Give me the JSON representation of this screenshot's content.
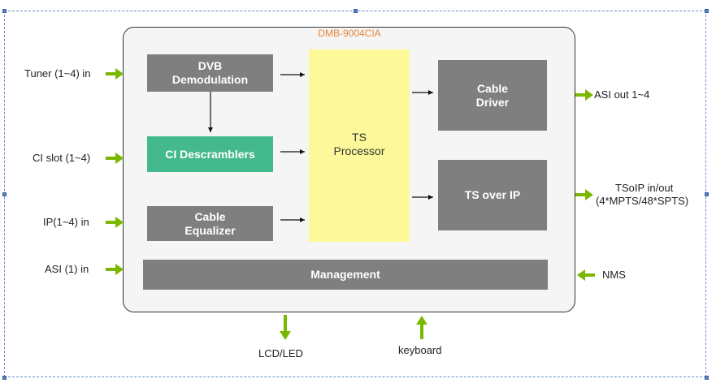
{
  "diagram": {
    "device_title": "DMB-9004CIA",
    "blocks": {
      "dvb_demod": [
        "DVB",
        "Demodulation"
      ],
      "ci_descramblers": [
        "CI Descramblers"
      ],
      "cable_equalizer": [
        "Cable",
        "Equalizer"
      ],
      "ts_processor": [
        "TS",
        "Processor"
      ],
      "cable_driver": [
        "Cable",
        "Driver"
      ],
      "ts_over_ip": [
        "TS over IP"
      ],
      "management": [
        "Management"
      ]
    },
    "inputs": {
      "tuner": "Tuner (1~4) in",
      "ci_slot": "CI slot (1~4)",
      "ip": "IP(1~4)  in",
      "asi": "ASI (1)  in"
    },
    "outputs": {
      "asi_out": "ASI out 1~4",
      "tsoip_line1": "TSoIP in/out",
      "tsoip_line2": "(4*MPTS/48*SPTS)",
      "nms": "NMS"
    },
    "bottom": {
      "lcd": "LCD/LED",
      "keyboard": "keyboard"
    },
    "colors": {
      "arrow_green": "#7ab800",
      "block_gray": "#7f7f7f",
      "block_green": "#45b98e",
      "block_yellow": "#fdf99a",
      "title_orange": "#e8863a"
    }
  }
}
